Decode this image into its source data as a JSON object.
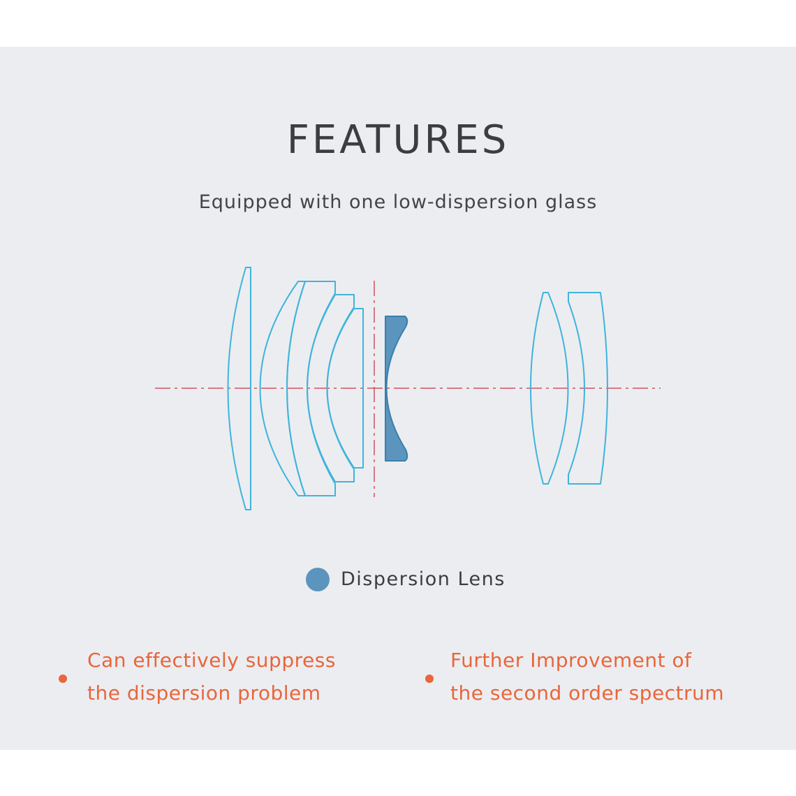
{
  "header": {
    "title": "FEATURES",
    "subtitle": "Equipped with one low-dispersion glass"
  },
  "diagram": {
    "element_stroke_color": "#3fb4dc",
    "highlight_fill_color": "#5b95bd",
    "axis_color": "#d2515f",
    "highlighted_element": "dispersion-lens"
  },
  "legend": {
    "label": "Dispersion Lens",
    "color": "#5b95bd"
  },
  "features": [
    {
      "line1": "Can effectively suppress",
      "line2": "the dispersion problem"
    },
    {
      "line1": "Further Improvement of",
      "line2": "the second order spectrum"
    }
  ],
  "colors": {
    "background": "#ecedf1",
    "accent": "#e8663b",
    "text": "#3d3d40"
  }
}
